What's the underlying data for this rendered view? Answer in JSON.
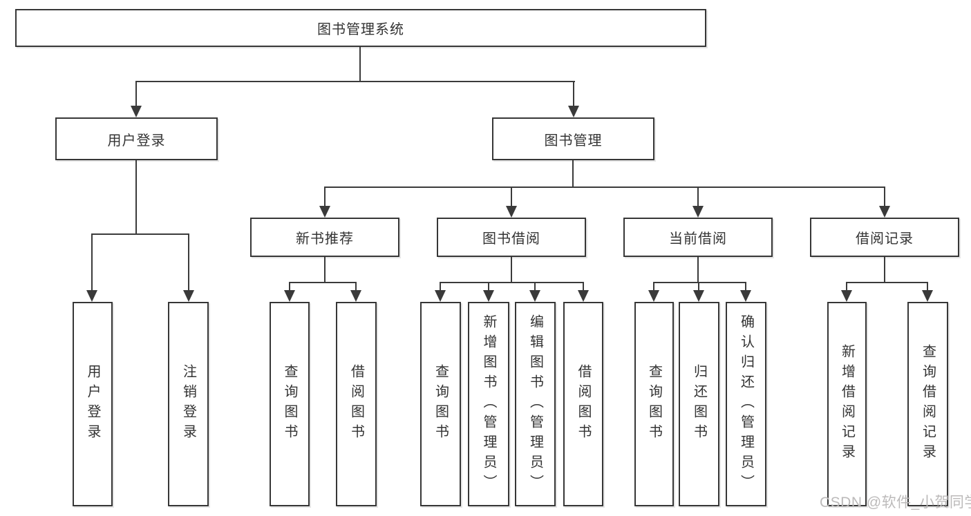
{
  "diagram": {
    "root_label": "图书管理系统",
    "level2": [
      {
        "label": "用户登录"
      },
      {
        "label": "图书管理"
      }
    ],
    "level3": [
      {
        "label": "新书推荐"
      },
      {
        "label": "图书借阅"
      },
      {
        "label": "当前借阅"
      },
      {
        "label": "借阅记录"
      }
    ],
    "leaves": {
      "login": [
        "用户登录",
        "注销登录"
      ],
      "recommend": [
        "查询图书",
        "借阅图书"
      ],
      "borrow": [
        "查询图书",
        "新增图书（管理员）",
        "编辑图书（管理员）",
        "借阅图书"
      ],
      "current": [
        "查询图书",
        "归还图书",
        "确认归还（管理员）"
      ],
      "records": [
        "新增借阅记录",
        "查询借阅记录"
      ]
    },
    "watermark": "CSDN @软件_小贺同学",
    "colors": {
      "line": "#3a3a3a",
      "box_border": "#363636",
      "text": "#333333",
      "watermark": "#bcbaba",
      "background": "#ffffff"
    }
  }
}
